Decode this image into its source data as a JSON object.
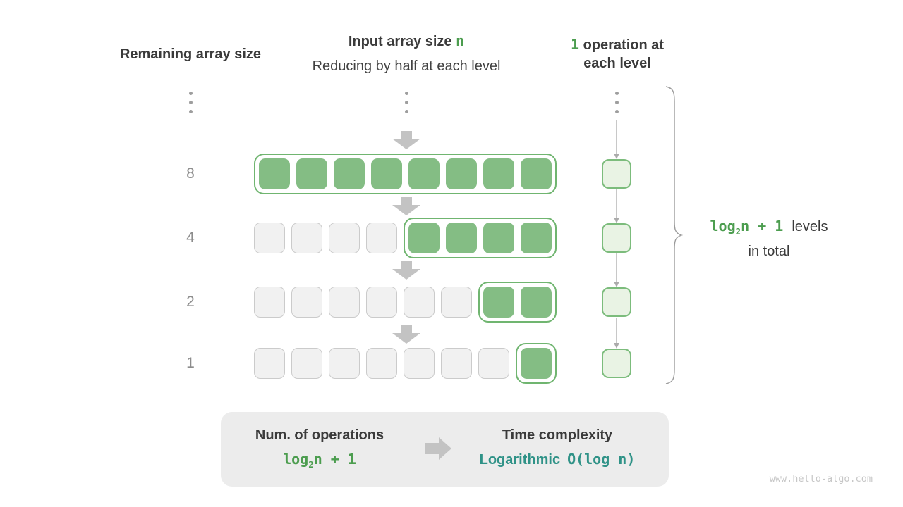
{
  "colors": {
    "green_fill": "#84bd84",
    "green_border": "#70b570",
    "light_green_fill": "#e9f3e4",
    "light_green_border": "#7cbc7c",
    "gray_cell_fill": "#f1f1f1",
    "gray_cell_border": "#cbcbcb",
    "dark_text": "#3b3b3b",
    "gray_text": "#8c8c8c",
    "green_text": "#4c9d4f",
    "teal_text": "#2f9287",
    "block_arrow": "#c3c3c3",
    "thin_arrow": "#ababab",
    "brace_gray": "#9b9b9b",
    "box_bg": "#ececec",
    "watermark": "#c7c7c7"
  },
  "headers": {
    "left": "Remaining array size",
    "center": {
      "prefix": "Input array size ",
      "highlight": "n",
      "subtitle": "Reducing by half at each level"
    },
    "right": {
      "highlight": "1",
      "line1_rest": " operation at",
      "line2": "each level"
    }
  },
  "rows": [
    {
      "label": "8",
      "gray_cells": 0,
      "green_cells": 8
    },
    {
      "label": "4",
      "gray_cells": 4,
      "green_cells": 4
    },
    {
      "label": "2",
      "gray_cells": 6,
      "green_cells": 2
    },
    {
      "label": "1",
      "gray_cells": 7,
      "green_cells": 1
    }
  ],
  "operations_column": {
    "cell_count": 4
  },
  "levels_annotation": {
    "formula": {
      "base": "log",
      "sub": "2",
      "rest": "n + 1"
    },
    "suffix": "levels",
    "line2": "in total"
  },
  "summary": {
    "operations_title": "Num. of operations",
    "operations_formula": {
      "base": "log",
      "sub": "2",
      "rest": "n + 1"
    },
    "complexity_title": "Time complexity",
    "complexity_name": "Logarithmic",
    "complexity_value": "O(log n)"
  },
  "watermark": "www.hello-algo.com"
}
